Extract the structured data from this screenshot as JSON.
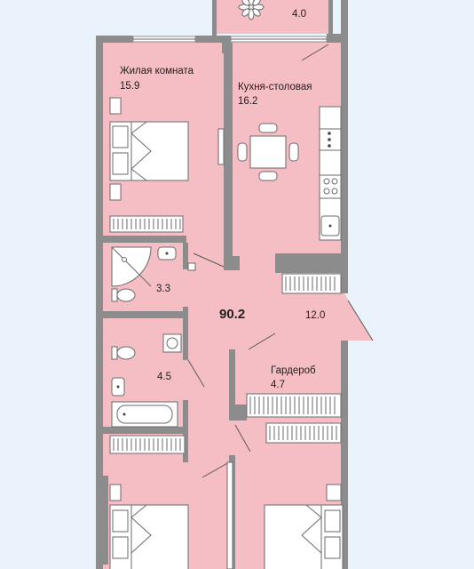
{
  "rooms": {
    "balcony": {
      "area": "4.0"
    },
    "living_room": {
      "name": "Жилая комната",
      "area": "15.9"
    },
    "kitchen": {
      "name": "Кухня-столовая",
      "area": "16.2"
    },
    "bathroom": {
      "area": "3.3"
    },
    "hall": {
      "area": "12.0"
    },
    "bath2": {
      "area": "4.5"
    },
    "wardrobe": {
      "name": "Гардероб",
      "area": "4.7"
    }
  },
  "total_area": "90.2",
  "colors": {
    "floor": "#f5bdc4",
    "wall": "#8c8c8c",
    "background": "#eaf3fb"
  }
}
